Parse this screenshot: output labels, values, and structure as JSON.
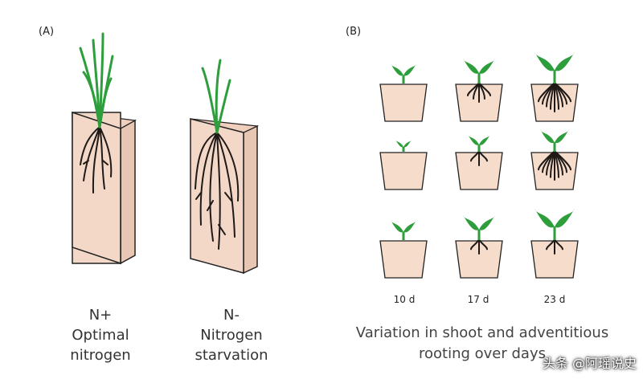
{
  "panel_a": {
    "label": "(A)",
    "left": {
      "line1": "N+",
      "line2": "Optimal",
      "line3": "nitrogen"
    },
    "right": {
      "line1": "N-",
      "line2": "Nitrogen",
      "line3": "starvation"
    }
  },
  "panel_b": {
    "label": "(B)",
    "days": [
      "10 d",
      "17 d",
      "23 d"
    ],
    "title_line1": "Variation in shoot and adventitious",
    "title_line2": "rooting over days"
  },
  "watermark": "头条 @阿瑶说史",
  "colors": {
    "leaf": "#2e9e3c",
    "pot": "#f5dccb",
    "root": "#1f1a17",
    "board": "#f3d8c8"
  }
}
